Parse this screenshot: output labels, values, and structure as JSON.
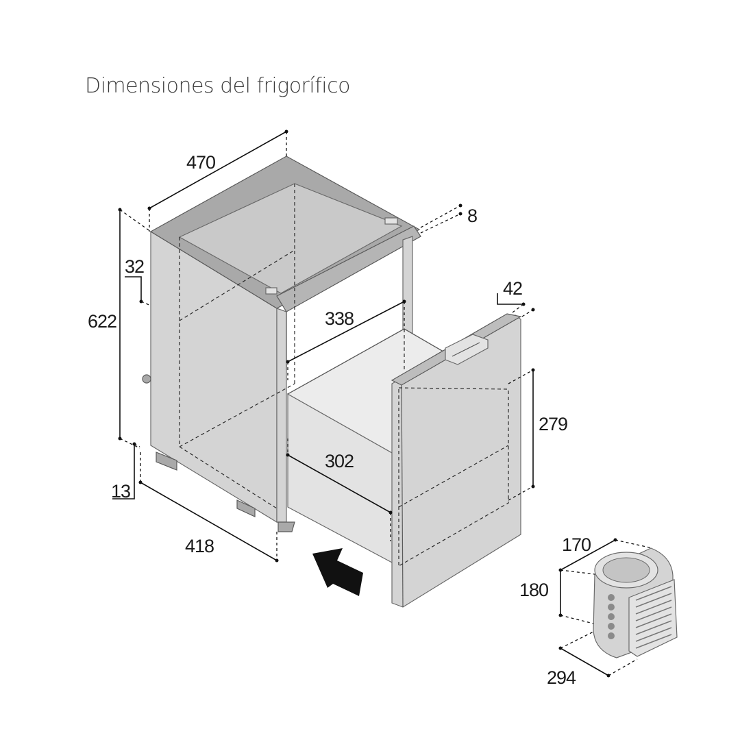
{
  "title": "Dimensiones del frigorífico",
  "dimensions": {
    "top_width": "470",
    "height": "622",
    "top_offset": "32",
    "bottom_offset": "13",
    "base_depth": "418",
    "flange": "8",
    "opening_upper_width": "338",
    "opening_lower_width": "302",
    "door_thickness": "42",
    "drawer_height": "279",
    "unit_width": "170",
    "unit_height": "180",
    "unit_depth": "294"
  },
  "icons": {
    "insert_arrow": "arrow-left-icon",
    "cooling_unit": "compressor-unit-icon"
  }
}
